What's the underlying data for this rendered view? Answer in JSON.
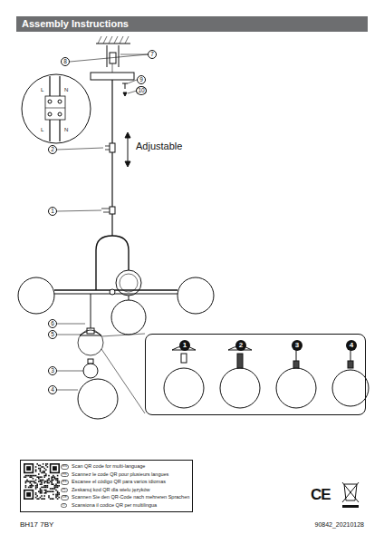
{
  "diagram": {
    "title": "Assembly Instructions",
    "nodes": [
      {
        "text": [
          "EN",
          "Scan QR code for multi-language",
          "FR",
          "Scannez le code QR pour plusieurs langues",
          "ES",
          "Escanee el código QR para varios idiomas",
          "PL",
          "Zeskanuj kod QR dla wielu języków",
          "DE",
          "Scannen Sie den QR-Code nach mehreren Sprachen",
          "IT",
          "Scansiona il codice QR per multilingua"
        ]
      },
      {
        "text": [
          "1",
          "2",
          "3",
          "4"
        ]
      }
    ],
    "labels": [
      "7",
      "8",
      "9",
      "10",
      "Adjustable",
      "2",
      "1",
      "6",
      "5",
      "3",
      "4",
      "L",
      "N",
      "L",
      "N",
      "BH17 7BY",
      "90842_20210128",
      "CE"
    ]
  }
}
